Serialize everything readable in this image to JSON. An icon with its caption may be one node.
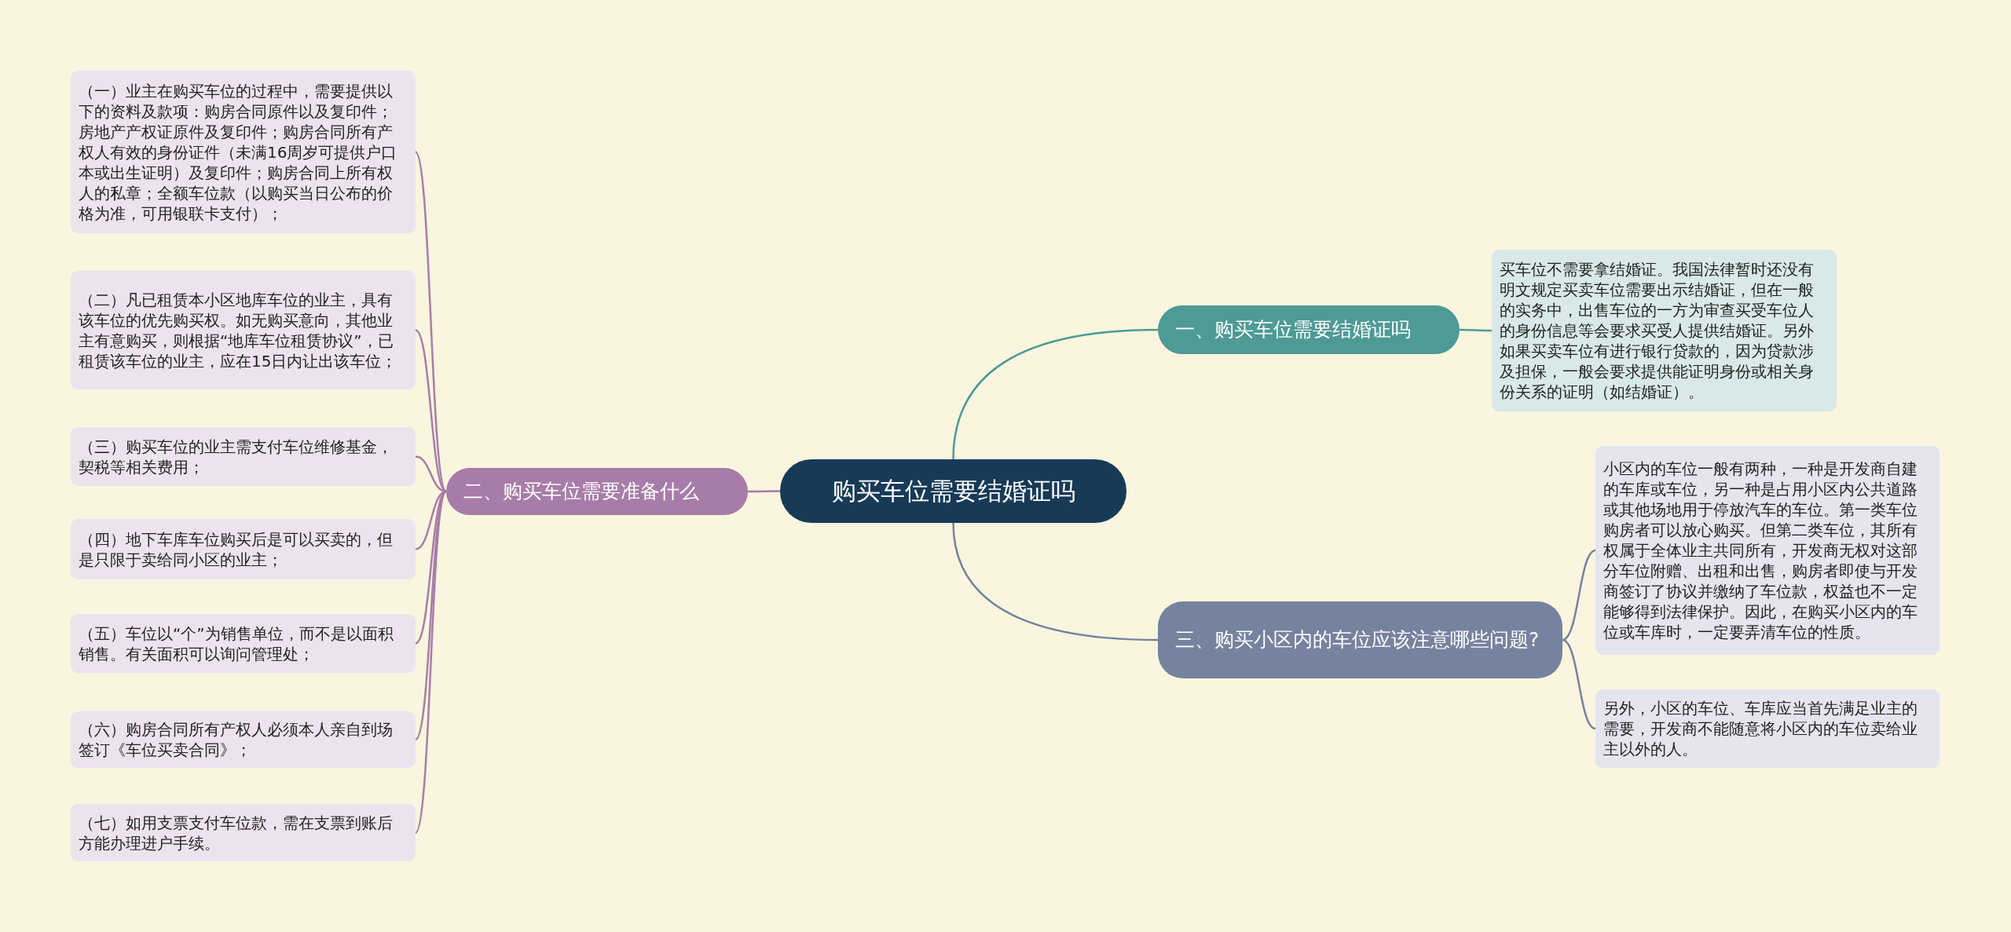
{
  "diagram": {
    "nodes": [
      {
        "text": [
          "购买车位需要结婚证吗"
        ]
      },
      {
        "text": [
          "一、购买车位需要结婚证吗"
        ]
      },
      {
        "text": [
          "买车位不需要拿结婚证。我国法律暂时还没有明文规定买卖车位需要出示结婚证，但在一般的实务中，出售车位的一方为审查买受车位人的身份信息等会要求买受人提供结婚证。另外如果买卖车位有进行银行贷款的，因为贷款涉及担保，一般会要求提供能证明身份或相关身份关系的证明（如结婚证）。"
        ]
      },
      {
        "text": [
          "二、购买车位需要准备什么"
        ]
      },
      {
        "text": [
          "（一）业主在购买车位的过程中，需要提供以下的资料及款项：购房合同原件以及复印件；房地产产权证原件及复印件；购房合同所有产权人有效的身份证件（未满16周岁可提供户口本或出生证明）及复印件；购房合同上所有权人的私章；全额车位款（以购买当日公布的价格为准，可用银联卡支付）；"
        ]
      },
      {
        "text": [
          "（二）凡已租赁本小区地库车位的业主，具有该车位的优先购买权。如无购买意向，其他业主有意购买，则根据“地库车位租赁协议”，已租赁该车位的业主，应在15日内让出该车位；"
        ]
      },
      {
        "text": [
          "（三）购买车位的业主需支付车位维修基金，契税等相关费用；"
        ]
      },
      {
        "text": [
          "（四）地下车库车位购买后是可以买卖的，但是只限于卖给同小区的业主；"
        ]
      },
      {
        "text": [
          "（五）车位以“个”为销售单位，而不是以面积销售。有关面积可以询问管理处；"
        ]
      },
      {
        "text": [
          "（六）购房合同所有产权人必须本人亲自到场签订《车位买卖合同》；"
        ]
      },
      {
        "text": [
          "（七）如用支票支付车位款，需在支票到账后方能办理进户手续。"
        ]
      },
      {
        "text": [
          "三、购买小区内的车位应该注意哪些问题?"
        ]
      },
      {
        "text": [
          "小区内的车位一般有两种，一种是开发商自建的车库或车位，另一种是占用小区内公共道路或其他场地用于停放汽车的车位。第一类车位购房者可以放心购买。但第二类车位，其所有权属于全体业主共同所有，开发商无权对这部分车位附赠、出租和出售，购房者即使与开发商签订了协议并缴纳了车位款，权益也不一定能够得到法律保护。因此，在购买小区内的车位或车库时，一定要弄清车位的性质。"
        ]
      },
      {
        "text": [
          "另外，小区的车位、车库应当首先满足业主的需要，开发商不能随意将小区内的车位卖给业主以外的人。"
        ]
      }
    ],
    "edges": [
      {
        "from": 0,
        "to": 1,
        "arrow": "none",
        "color": "#4e9a96"
      },
      {
        "from": 1,
        "to": 2,
        "arrow": "none",
        "color": "#4e9a96"
      },
      {
        "from": 0,
        "to": 3,
        "arrow": "none"
      },
      {
        "from": 3,
        "to": 4,
        "arrow": "none"
      },
      {
        "from": 3,
        "to": 5,
        "arrow": "none"
      },
      {
        "from": 3,
        "to": 6,
        "arrow": "none"
      },
      {
        "from": 3,
        "to": 7,
        "arrow": "none"
      },
      {
        "from": 3,
        "to": 8,
        "arrow": "none"
      },
      {
        "from": 3,
        "to": 9,
        "arrow": "none"
      },
      {
        "from": 3,
        "to": 10,
        "arrow": "none"
      },
      {
        "from": 0,
        "to": 11,
        "arrow": "none",
        "color": "#76839f"
      },
      {
        "from": 11,
        "to": 12,
        "arrow": "none",
        "color": "#76839f"
      },
      {
        "from": 11,
        "to": 13,
        "arrow": "none",
        "color": "#76839f"
      }
    ]
  }
}
